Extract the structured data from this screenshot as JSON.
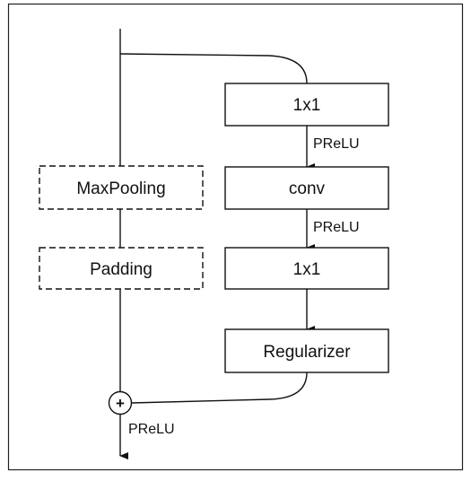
{
  "diagram": {
    "main_branch": {
      "nodes": [
        {
          "id": "conv1x1_a",
          "label": "1x1"
        },
        {
          "id": "conv",
          "label": "conv"
        },
        {
          "id": "conv1x1_b",
          "label": "1x1"
        },
        {
          "id": "regularizer",
          "label": "Regularizer"
        }
      ],
      "activations": [
        "PReLU",
        "PReLU"
      ]
    },
    "skip_branch": {
      "nodes": [
        {
          "id": "maxpooling",
          "label": "MaxPooling",
          "style": "dashed"
        },
        {
          "id": "padding",
          "label": "Padding",
          "style": "dashed"
        }
      ]
    },
    "merge": {
      "operator": "+",
      "activation": "PReLU"
    }
  }
}
